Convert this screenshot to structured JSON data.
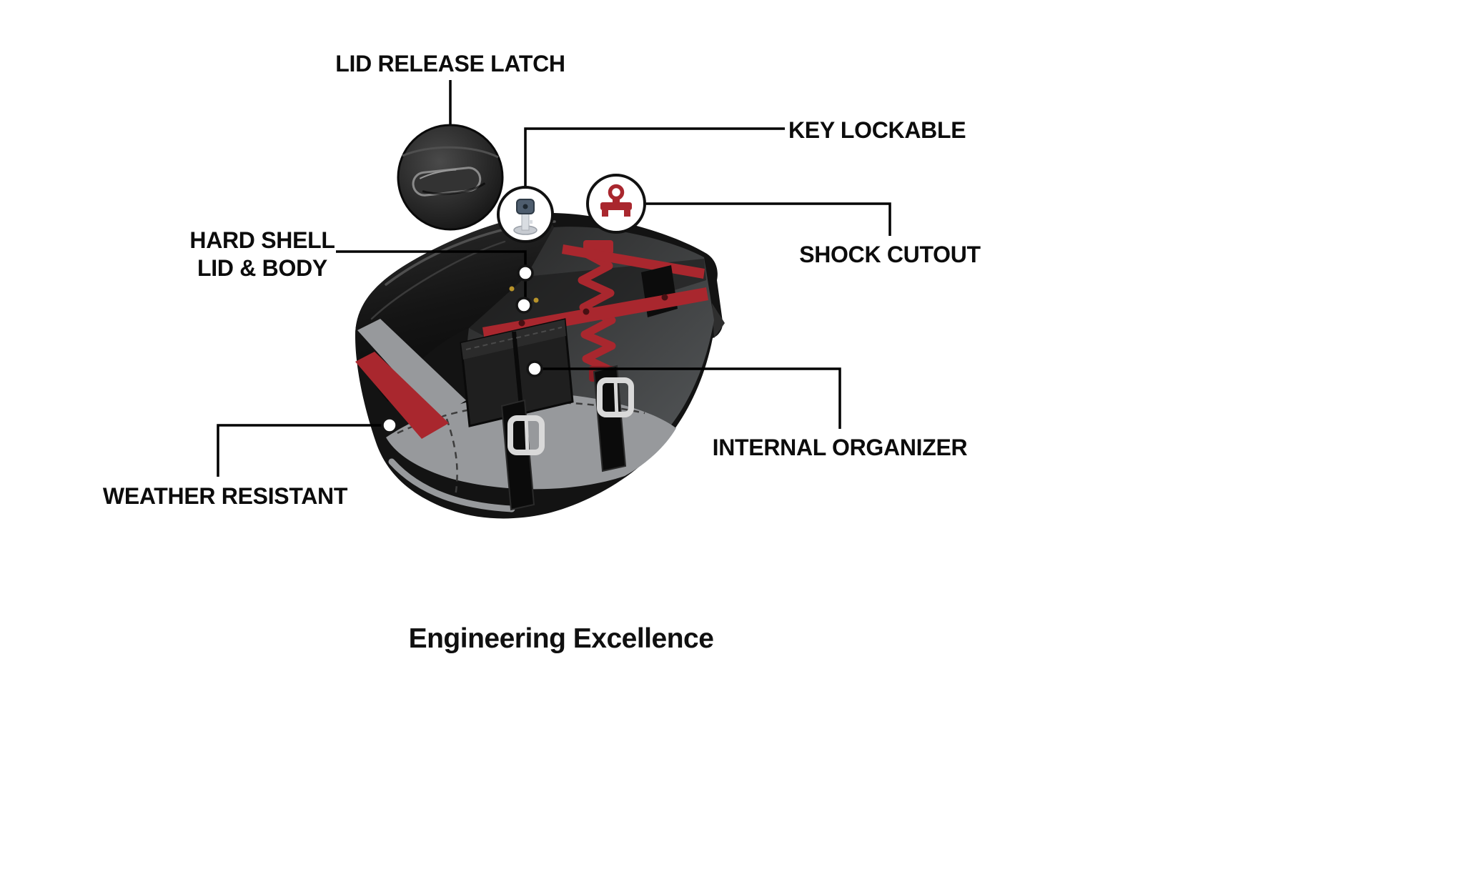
{
  "title": "Engineering Excellence",
  "labels": {
    "lid_release_latch": "LID RELEASE LATCH",
    "key_lockable": "KEY LOCKABLE",
    "shock_cutout": "SHOCK CUTOUT",
    "hard_shell_1": "HARD SHELL",
    "hard_shell_2": "LID & BODY",
    "internal_organizer": "INTERNAL ORGANIZER",
    "weather_resistant": "WEATHER RESISTANT"
  },
  "icons": {
    "latch_inset": "lid-latch-closeup",
    "key": "key-icon",
    "shock_mount": "shock-mount-icon"
  },
  "colors": {
    "accent_red": "#A9272E",
    "accent_red_dark": "#8C1F26",
    "bag_black": "#131313",
    "accent_gray": "#97999C",
    "connector_line": "#000000"
  }
}
